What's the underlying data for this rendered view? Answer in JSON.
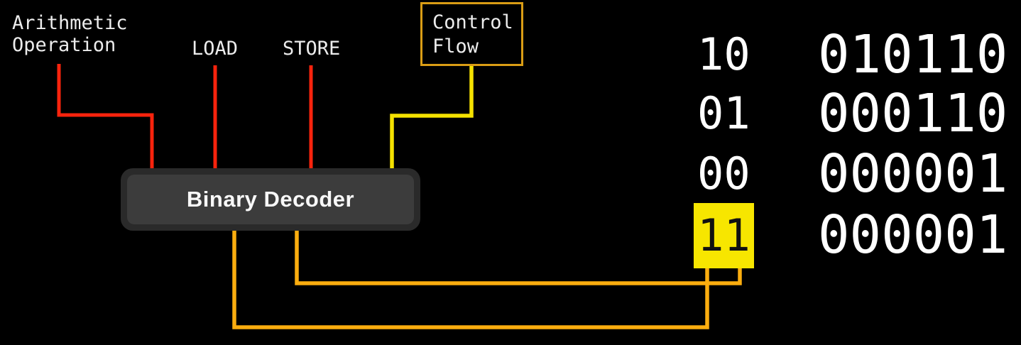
{
  "title": "Binary decoder diagram",
  "colors": {
    "background": "#000000",
    "label_text": "#ECECEC",
    "binary_text": "#FFFFFF",
    "wire_red": "#F8230D",
    "wire_yellow": "#F5E100",
    "wire_orange": "#FBAD0F",
    "control_flow_border": "#DA9D15",
    "decoder_outer": "#2A2A2A",
    "decoder_inner": "#3C3C3C",
    "decoder_label_text": "#F8F8F8",
    "highlight_yellow": "#F7E600",
    "highlight_text": "#111111"
  },
  "inputs": {
    "arithmetic_operation": "Arithmetic\nOperation",
    "load": "LOAD",
    "store": "STORE",
    "control_flow": "Control\nFlow"
  },
  "decoder": {
    "label": "Binary Decoder"
  },
  "truth_table": {
    "rows": [
      {
        "code": "10",
        "output": "010110",
        "highlighted": false
      },
      {
        "code": "01",
        "output": "000110",
        "highlighted": false
      },
      {
        "code": "00",
        "output": "000001",
        "highlighted": false
      },
      {
        "code": "11",
        "output": "000001",
        "highlighted": true
      }
    ]
  }
}
